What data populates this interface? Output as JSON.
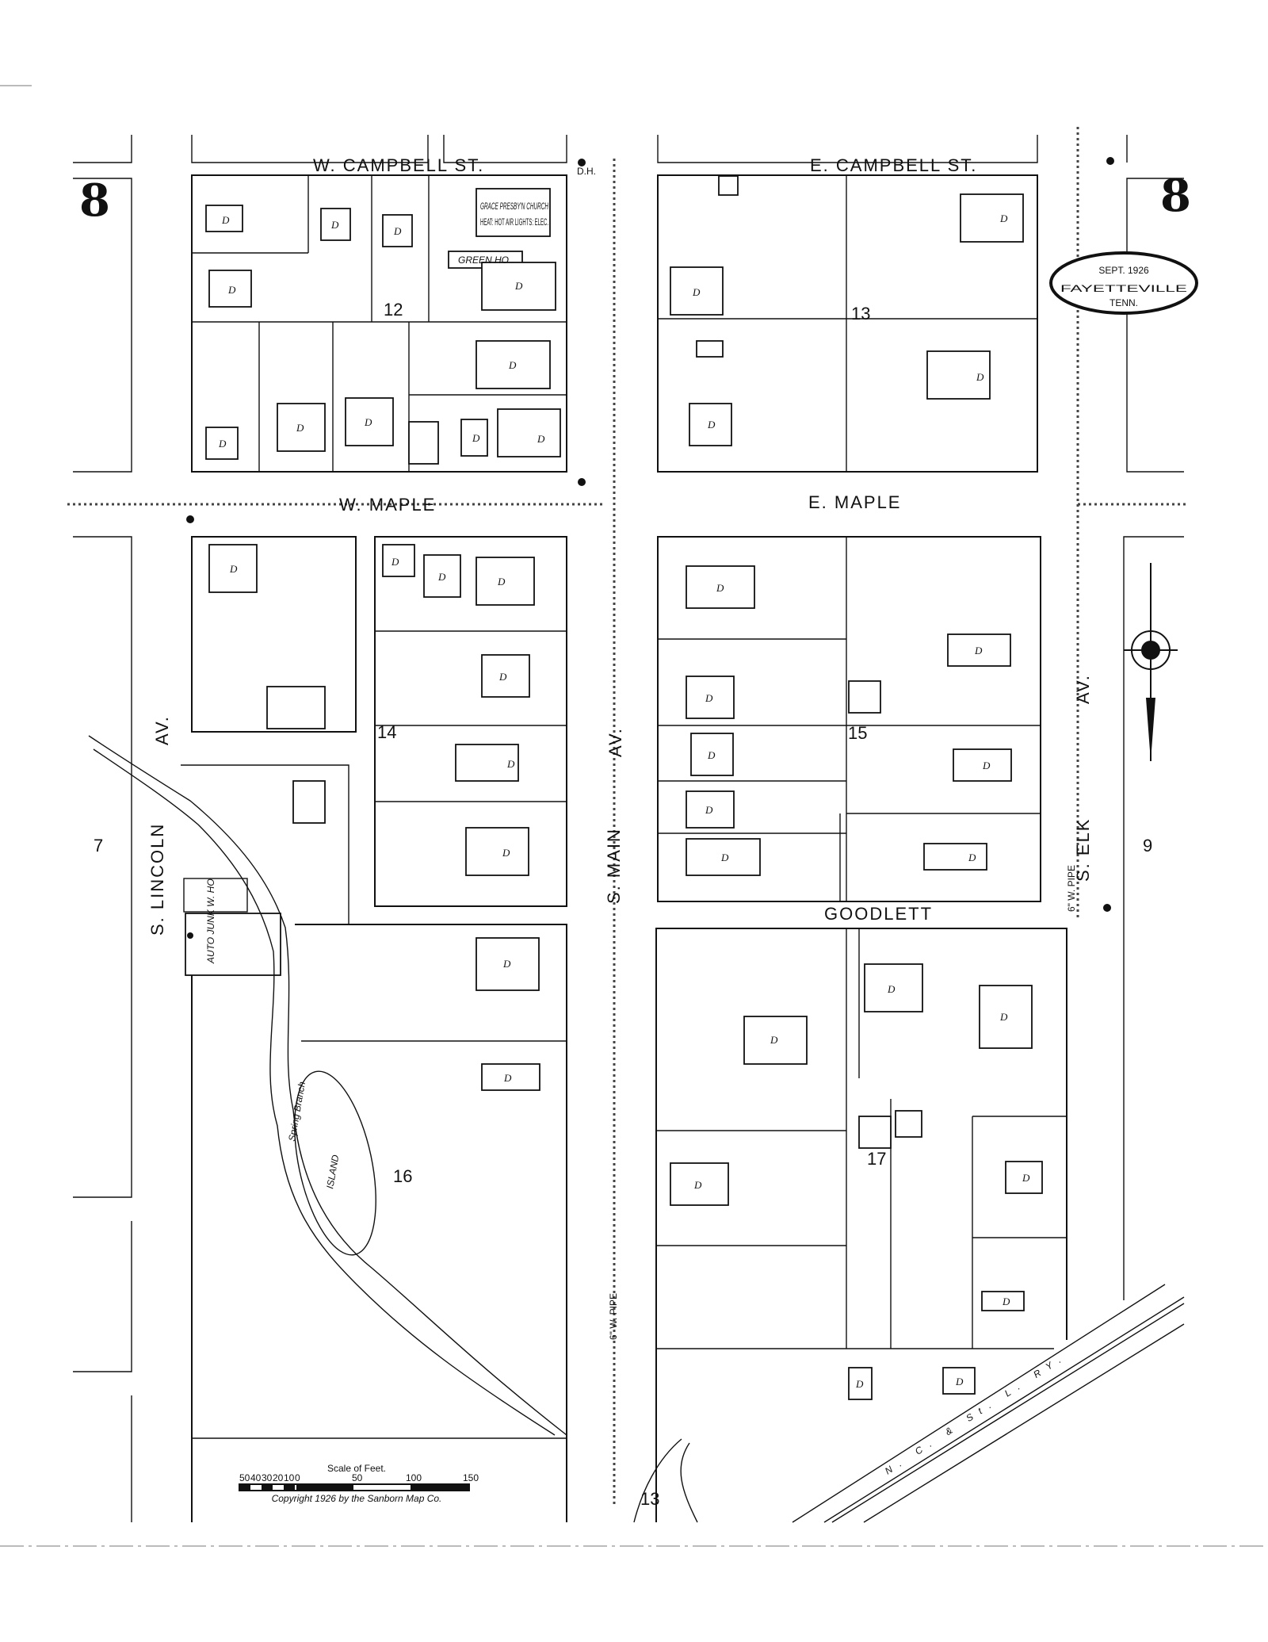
{
  "sheet_number": "8",
  "cartouche": {
    "date": "SEPT. 1926",
    "city": "FAYETTEVILLE",
    "state": "TENN."
  },
  "streets": {
    "w_campbell": "W. CAMPBELL ST.",
    "e_campbell": "E. CAMPBELL ST.",
    "w_maple": "W. MAPLE",
    "e_maple": "E. MAPLE",
    "s_lincoln": "S. LINCOLN",
    "s_main": "S. MAIN",
    "s_elk": "S. ELK",
    "av": "AV.",
    "goodlett": "GOODLETT"
  },
  "blocks": [
    "12",
    "13",
    "14",
    "15",
    "16",
    "17"
  ],
  "adjacent_sheets": {
    "west": "7",
    "east": "9",
    "south": "13"
  },
  "labels": {
    "church": "GRACE PRESBY'N CHURCH",
    "church_note": "HEAT: HOT AIR  LIGHTS: ELEC.",
    "green_ho": "GREEN HO",
    "auto_junk": "AUTO JUNK W. HO",
    "spring_branch": "Spring Branch",
    "island": "ISLAND",
    "railroad": "N. C. & St. L. RY.",
    "dwelling": "D",
    "water_pipe": "6\" W. PIPE",
    "hydrant": "D.H."
  },
  "scale": {
    "title": "Scale of Feet.",
    "ticks": [
      "50",
      "40",
      "30",
      "20",
      "10",
      "0",
      "50",
      "100",
      "150"
    ],
    "copyright": "Copyright 1926 by the Sanborn Map Co."
  }
}
